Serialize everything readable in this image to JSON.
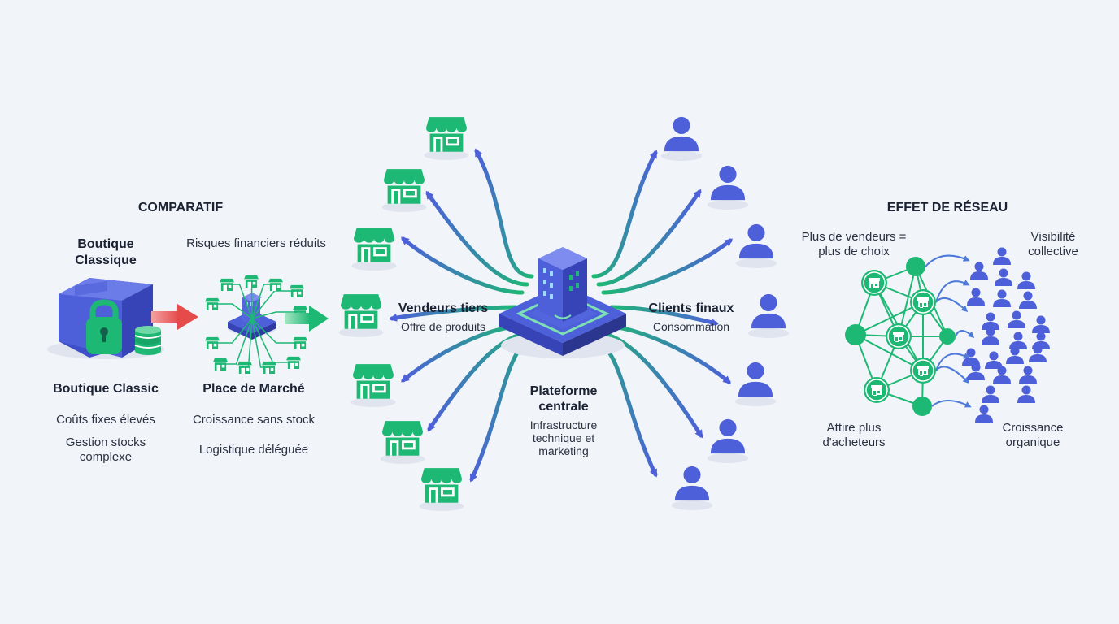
{
  "comparatif": {
    "title": "COMPARATIF",
    "classic": {
      "top_label": "Boutique Classique",
      "name": "Boutique Classic",
      "points": [
        "Coûts fixes élevés",
        "Gestion stocks complexe"
      ]
    },
    "marketplace": {
      "top_label": "Risques financiers réduits",
      "name": "Place de Marché",
      "points": [
        "Croissance sans stock",
        "Logistique déléguée"
      ]
    }
  },
  "center": {
    "sellers": {
      "title": "Vendeurs tiers",
      "subtitle": "Offre de produits"
    },
    "platform": {
      "title": "Plateforme centrale",
      "subtitle": "Infrastructure technique et marketing"
    },
    "clients": {
      "title": "Clients finaux",
      "subtitle": "Consommation"
    }
  },
  "network": {
    "title": "EFFET DE RÉSEAU",
    "labels": {
      "more_sellers": "Plus de vendeurs = plus de choix",
      "visibility": "Visibilité collective",
      "more_buyers": "Attire plus d'acheteurs",
      "growth": "Croissance organique"
    }
  },
  "colors": {
    "green": "#1db874",
    "blue": "#4d5fd9",
    "red_arrow": "#e54b4b",
    "background": "#f1f4f8"
  }
}
